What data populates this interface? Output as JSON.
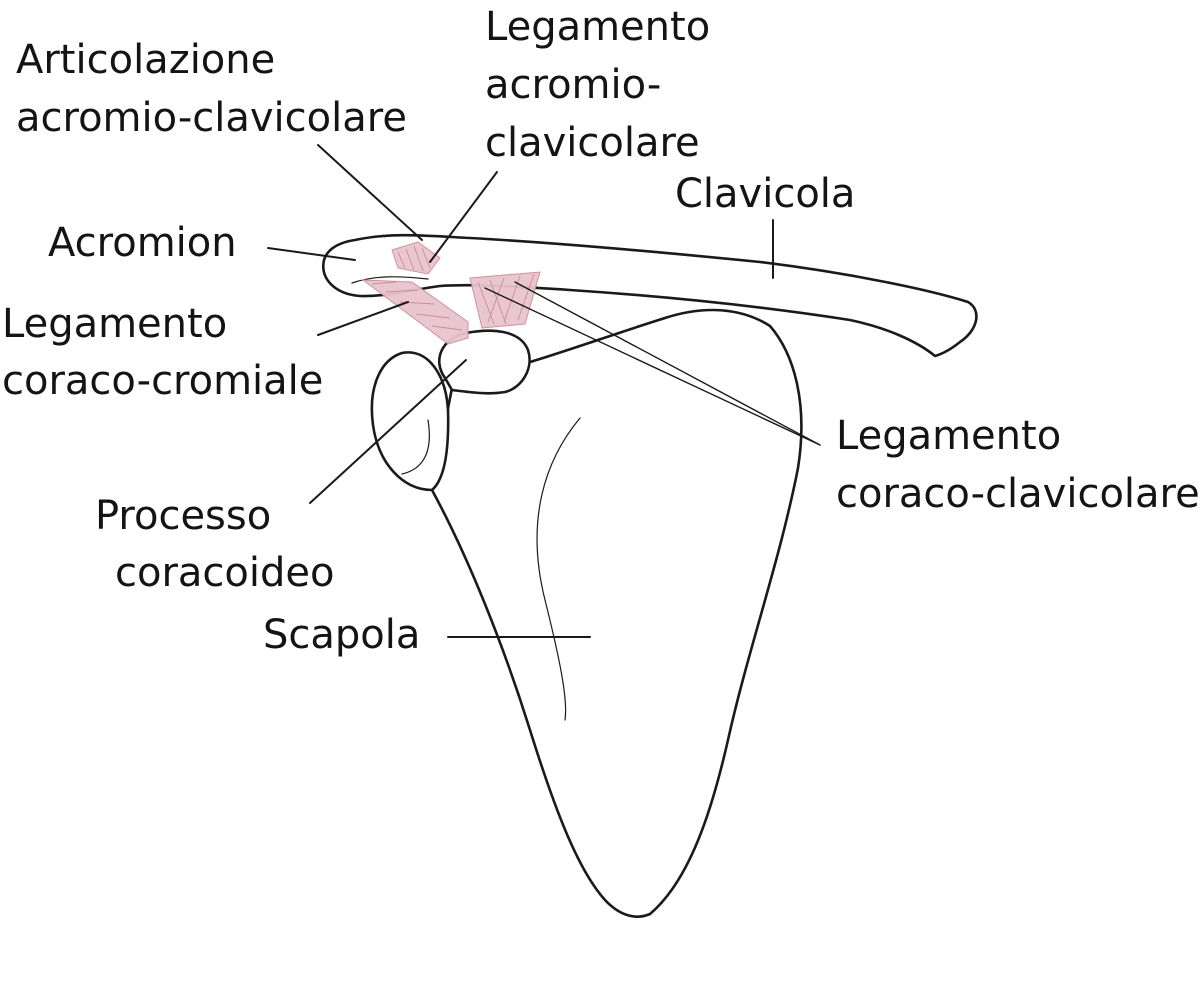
{
  "diagram": {
    "subject": "scapula-and-clavicle",
    "colors": {
      "outline": "#1a1a1a",
      "ligament_fill": "#e9c4cc",
      "ligament_stroke": "#c98d9b",
      "label_text": "#141414",
      "background": "#ffffff"
    },
    "labels": {
      "acromioclavicular_joint": [
        "Articolazione",
        "acromio-clavicolare"
      ],
      "acromioclavicular_ligament": [
        "Legamento",
        "acromio-",
        "clavicolare"
      ],
      "clavicle": [
        "Clavicola"
      ],
      "acromion": [
        "Acromion"
      ],
      "coracoacromial_ligament": [
        "Legamento",
        "coraco-cromiale"
      ],
      "coracoclavicular_ligament": [
        "Legamento",
        "coraco-clavicolare"
      ],
      "coracoid_process": [
        "Processo",
        "coracoideo"
      ],
      "scapula": [
        "Scapola"
      ]
    }
  }
}
